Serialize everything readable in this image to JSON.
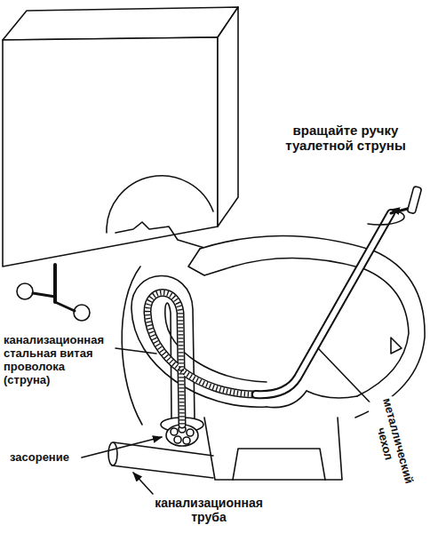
{
  "diagram": {
    "labels": [
      "вращайте ручку туалетной струны",
      "канализационная стальная витая проволока (струна)",
      "засорение",
      "канализационная труба",
      "металлический чехол"
    ]
  }
}
